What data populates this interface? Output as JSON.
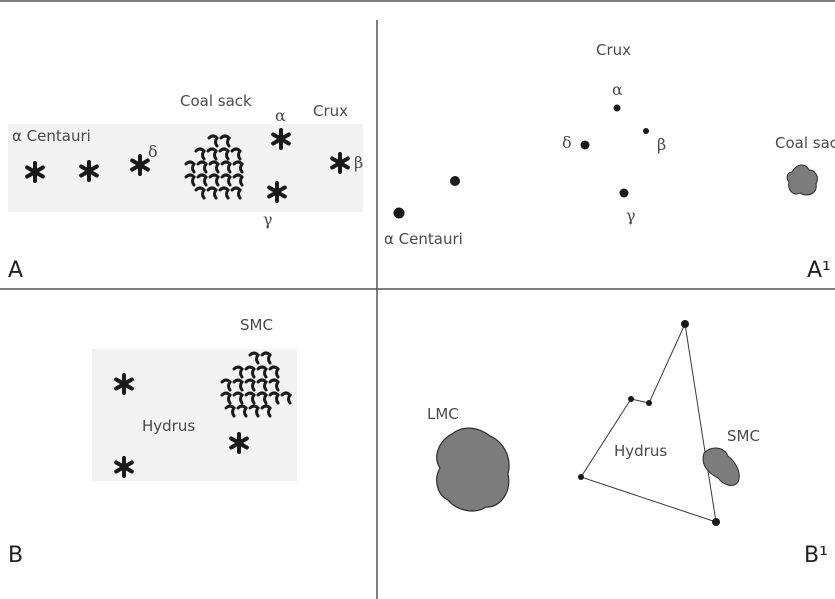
{
  "panels": {
    "A": {
      "letter": "A",
      "labels": {
        "alpha_centauri": "α Centauri",
        "coal_sack": "Coal sack",
        "crux": "Crux",
        "alpha": "α",
        "beta": "β",
        "gamma": "γ",
        "delta": "δ"
      }
    },
    "A1": {
      "letter": "A¹",
      "labels": {
        "crux": "Crux",
        "alpha": "α",
        "beta": "β",
        "gamma": "γ",
        "delta": "δ",
        "coal_sack": "Coal sack",
        "alpha_centauri": "α Centauri"
      }
    },
    "B": {
      "letter": "B",
      "labels": {
        "smc": "SMC",
        "hydrus": "Hydrus"
      }
    },
    "B1": {
      "letter": "B¹",
      "labels": {
        "lmc": "LMC",
        "hydrus": "Hydrus",
        "smc": "SMC"
      }
    }
  },
  "colors": {
    "divider": "#555555",
    "star": "#1a1a1a",
    "cloud_fill": "#7c7c7c",
    "cloud_stroke": "#2b2b2b",
    "photo_bg": "#f3f3f3",
    "label_text": "#4a4a4a",
    "letter_text": "#1f1f1f"
  }
}
